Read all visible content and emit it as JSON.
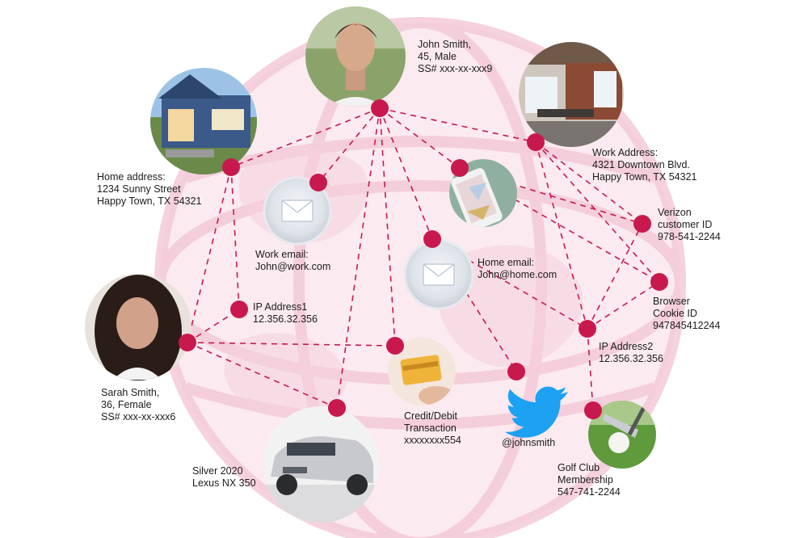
{
  "accent_color": "#c8194f",
  "globe_color": "#f7d9e2",
  "labels": {
    "john": "John Smith,\n45, Male\nSS# xxx-xx-xxx9",
    "home_address": "Home address:\n1234 Sunny Street\nHappy Town, TX 54321",
    "work_address": "Work Address:\n4321 Downtown Blvd.\nHappy Town, TX 54321",
    "verizon": "Verizon\ncustomer ID\n978-541-2244",
    "work_email": "Work email:\nJohn@work.com",
    "home_email": "Home email:\nJohn@home.com",
    "browser_cookie": "Browser\nCookie ID\n947845412244",
    "ip1": "IP Address1\n12.356.32.356",
    "ip2": "IP Address2\n12.356.32.356",
    "sarah": "Sarah Smith,\n36, Female\nSS# xxx-xx-xxx6",
    "credit": "Credit/Debit\nTransaction\nxxxxxxxx554",
    "twitter": "@johnsmith",
    "golf": "Golf Club\nMembership\n547-741-2244",
    "car": "Silver 2020\nLexus NX 350"
  },
  "images": {
    "john_photo": "man-portrait-photo",
    "house_photo": "house-photo",
    "office_photo": "office-photo",
    "phone_photo": "smartphone-photo",
    "work_email_icon": "envelope-icon",
    "home_email_icon": "envelope-icon",
    "sarah_photo": "woman-portrait-photo",
    "card_photo": "credit-card-photo",
    "twitter_icon": "twitter-bird-icon",
    "golf_photo": "golf-ball-club-photo",
    "car_photo": "silver-suv-photo"
  }
}
